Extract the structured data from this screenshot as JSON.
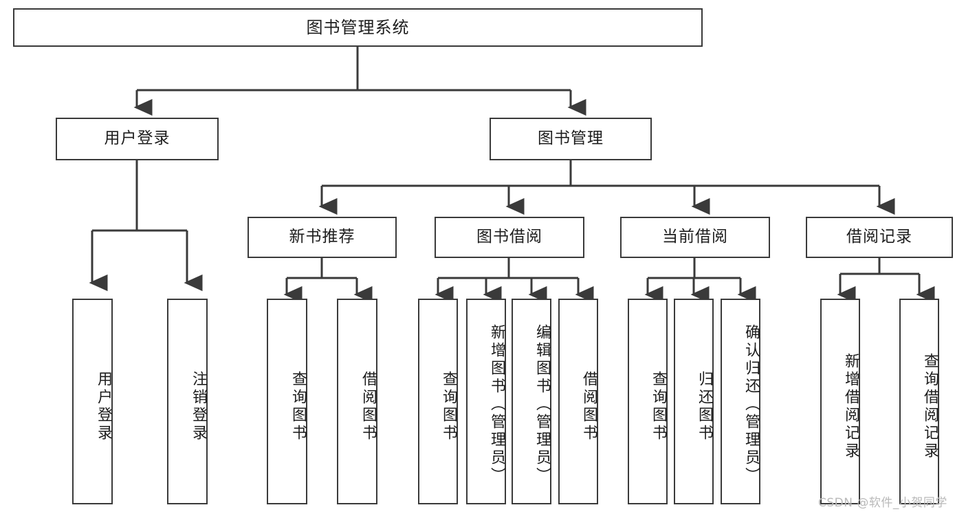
{
  "diagram": {
    "title": "图书管理系统",
    "root": {
      "label": "图书管理系统"
    },
    "level1": [
      {
        "label": "用户登录"
      },
      {
        "label": "图书管理"
      }
    ],
    "level2": [
      {
        "label": "新书推荐"
      },
      {
        "label": "图书借阅"
      },
      {
        "label": "当前借阅"
      },
      {
        "label": "借阅记录"
      }
    ],
    "leaves": {
      "user_login": [
        {
          "label": "用户登录"
        },
        {
          "label": "注销登录"
        }
      ],
      "new_book_recommend": [
        {
          "label": "查询图书"
        },
        {
          "label": "借阅图书"
        }
      ],
      "book_borrow": [
        {
          "label": "查询图书"
        },
        {
          "label": "新增图书（管理员）"
        },
        {
          "label": "编辑图书（管理员）"
        },
        {
          "label": "借阅图书"
        }
      ],
      "current_borrow": [
        {
          "label": "查询图书"
        },
        {
          "label": "归还图书"
        },
        {
          "label": "确认归还（管理员）"
        }
      ],
      "borrow_record": [
        {
          "label": "新增借阅记录"
        },
        {
          "label": "查询借阅记录"
        }
      ]
    }
  },
  "watermark": {
    "text": "CSDN @软件_小贺同学"
  },
  "colors": {
    "stroke": "#3a3a3a",
    "background": "#ffffff",
    "text": "#1d1d1d",
    "watermark": "#b9b9b9"
  }
}
